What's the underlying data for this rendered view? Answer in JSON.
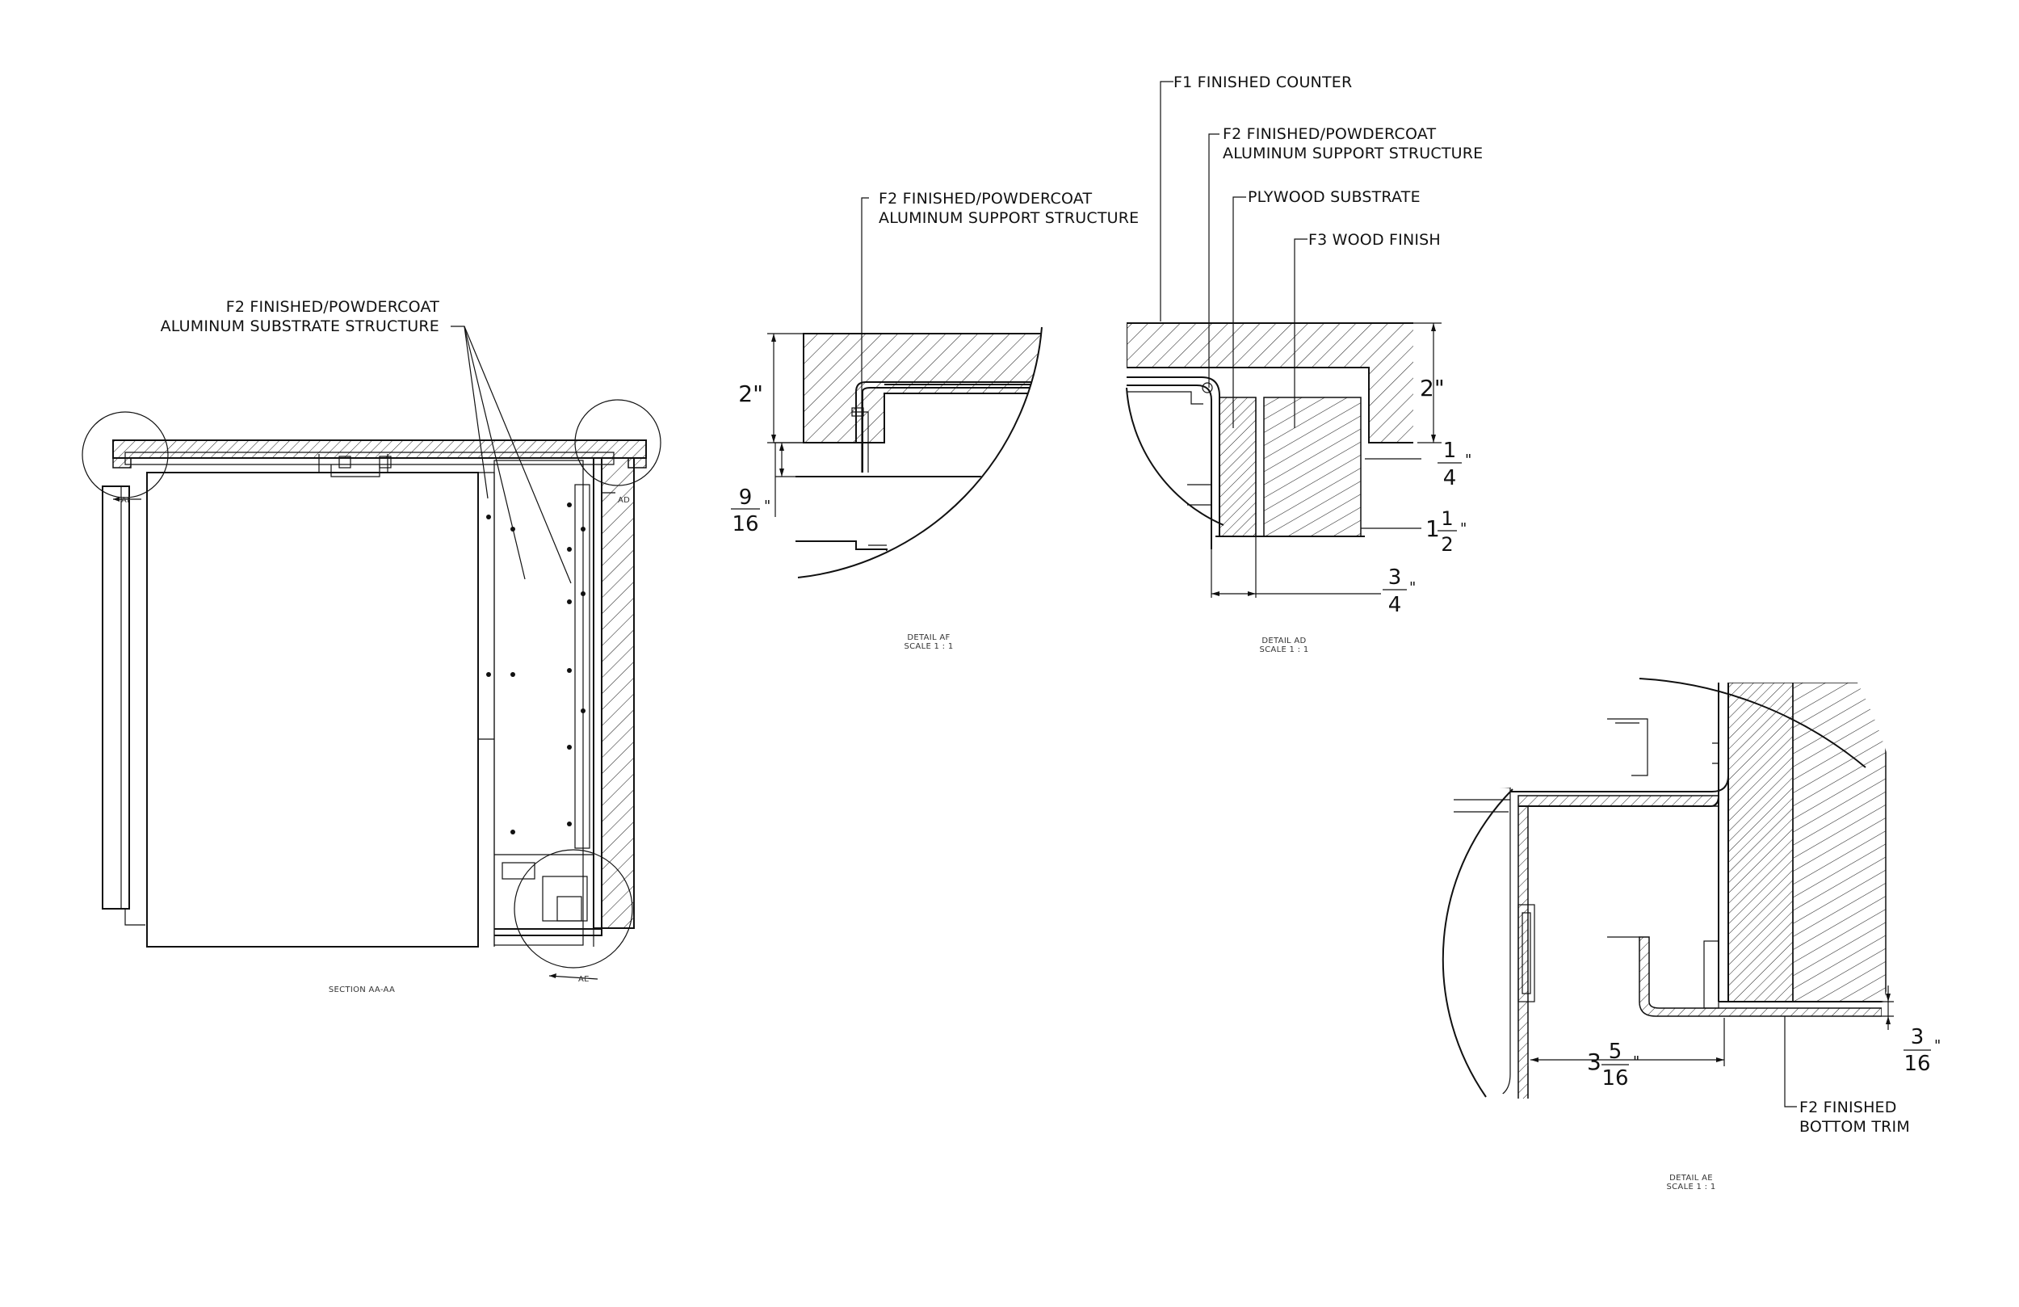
{
  "section": {
    "label_line1": "F2 FINISHED/POWDERCOAT",
    "label_line2": "ALUMINUM SUBSTRATE STRUCTURE",
    "caption": "SECTION AA-AA",
    "callout_af": "AF",
    "callout_ad": "AD",
    "callout_ae": "AE"
  },
  "detail_af": {
    "label_line1": "F2 FINISHED/POWDERCOAT",
    "label_line2": "ALUMINUM SUPPORT STRUCTURE",
    "dim_height": "2\"",
    "dim_gap_num": "9",
    "dim_gap_den": "16",
    "dim_gap_unit": "\"",
    "caption_line1": "DETAIL AF",
    "caption_line2": "SCALE 1 : 1"
  },
  "detail_ad": {
    "label_counter": "F1 FINISHED COUNTER",
    "label_support_line1": "F2 FINISHED/POWDERCOAT",
    "label_support_line2": "ALUMINUM SUPPORT STRUCTURE",
    "label_plywood": "PLYWOOD SUBSTRATE",
    "label_wood": "F3 WOOD FINISH",
    "dim_height": "2\"",
    "dim_quarter_num": "1",
    "dim_quarter_den": "4",
    "dim_quarter_unit": "\"",
    "dim_inch_whole": "1",
    "dim_inch_num": "1",
    "dim_inch_den": "2",
    "dim_inch_unit": "\"",
    "dim_three_num": "3",
    "dim_three_den": "4",
    "dim_three_unit": "\"",
    "caption_line1": "DETAIL AD",
    "caption_line2": "SCALE 1 : 1"
  },
  "detail_ae": {
    "label_trim_line1": "F2 FINISHED",
    "label_trim_line2": "BOTTOM TRIM",
    "dim_offset_whole": "3",
    "dim_offset_num": "5",
    "dim_offset_den": "16",
    "dim_offset_unit": "\"",
    "dim_trim_num": "3",
    "dim_trim_den": "16",
    "dim_trim_unit": "\"",
    "caption_line1": "DETAIL AE",
    "caption_line2": "SCALE 1 : 1"
  },
  "colors": {
    "ink": "#111111",
    "paper": "#ffffff",
    "hatch": "#222222"
  }
}
